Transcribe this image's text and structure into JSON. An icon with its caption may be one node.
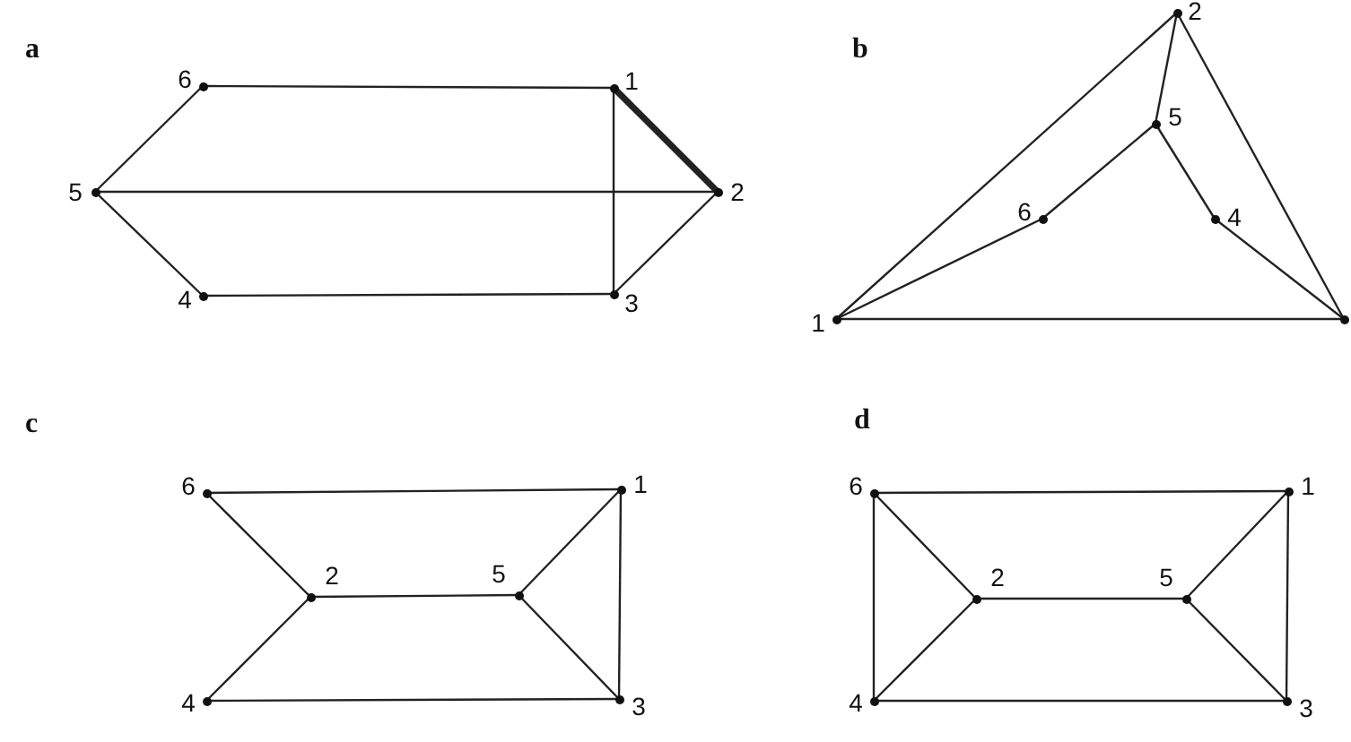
{
  "diagram": {
    "nodes": [
      {
        "text": [
          "1"
        ]
      },
      {
        "text": [
          "2"
        ]
      },
      {
        "text": [
          "3"
        ]
      },
      {
        "text": [
          "4"
        ]
      },
      {
        "text": [
          "5"
        ]
      },
      {
        "text": [
          "6"
        ]
      },
      {
        "text": [
          "1"
        ]
      },
      {
        "text": [
          "2"
        ]
      },
      {
        "text": [],
        "shape": "circle"
      },
      {
        "text": [
          "4"
        ]
      },
      {
        "text": [
          "5"
        ]
      },
      {
        "text": [
          "6"
        ]
      },
      {
        "text": [
          "1"
        ]
      },
      {
        "text": [
          "2"
        ]
      },
      {
        "text": [
          "3"
        ]
      },
      {
        "text": [
          "4"
        ]
      },
      {
        "text": [
          "5"
        ]
      },
      {
        "text": [
          "6"
        ]
      },
      {
        "text": [
          "1"
        ]
      },
      {
        "text": [
          "2"
        ]
      },
      {
        "text": [
          "3"
        ]
      },
      {
        "text": [
          "4"
        ]
      },
      {
        "text": [
          "5"
        ]
      },
      {
        "text": [
          "6"
        ]
      }
    ],
    "edges": [
      {
        "from": 5,
        "to": 0,
        "arrow": "none"
      },
      {
        "from": 0,
        "to": 1,
        "arrow": "none",
        "style": "thick"
      },
      {
        "from": 0,
        "to": 2,
        "arrow": "none"
      },
      {
        "from": 4,
        "to": 1,
        "arrow": "none"
      },
      {
        "from": 4,
        "to": 5,
        "arrow": "none"
      },
      {
        "from": 4,
        "to": 3,
        "arrow": "none"
      },
      {
        "from": 3,
        "to": 2,
        "arrow": "none"
      },
      {
        "from": 2,
        "to": 1,
        "arrow": "none"
      },
      {
        "from": 6,
        "to": 7,
        "arrow": "none"
      },
      {
        "from": 6,
        "to": 11,
        "arrow": "none"
      },
      {
        "from": 6,
        "to": 8,
        "arrow": "none"
      },
      {
        "from": 7,
        "to": 10,
        "arrow": "none"
      },
      {
        "from": 7,
        "to": 8,
        "arrow": "none"
      },
      {
        "from": 10,
        "to": 11,
        "arrow": "none"
      },
      {
        "from": 10,
        "to": 9,
        "arrow": "none"
      },
      {
        "from": 9,
        "to": 8,
        "arrow": "none"
      },
      {
        "from": 17,
        "to": 12,
        "arrow": "none"
      },
      {
        "from": 17,
        "to": 13,
        "arrow": "none"
      },
      {
        "from": 13,
        "to": 16,
        "arrow": "none"
      },
      {
        "from": 13,
        "to": 15,
        "arrow": "none"
      },
      {
        "from": 16,
        "to": 12,
        "arrow": "none"
      },
      {
        "from": 16,
        "to": 14,
        "arrow": "none"
      },
      {
        "from": 12,
        "to": 14,
        "arrow": "none"
      },
      {
        "from": 15,
        "to": 14,
        "arrow": "none"
      },
      {
        "from": 23,
        "to": 18,
        "arrow": "none"
      },
      {
        "from": 23,
        "to": 19,
        "arrow": "none"
      },
      {
        "from": 23,
        "to": 21,
        "arrow": "none"
      },
      {
        "from": 19,
        "to": 22,
        "arrow": "none"
      },
      {
        "from": 19,
        "to": 21,
        "arrow": "none"
      },
      {
        "from": 22,
        "to": 18,
        "arrow": "none"
      },
      {
        "from": 22,
        "to": 20,
        "arrow": "none"
      },
      {
        "from": 18,
        "to": 20,
        "arrow": "none"
      },
      {
        "from": 21,
        "to": 20,
        "arrow": "none"
      }
    ],
    "labels": [
      "a",
      "b",
      "c",
      "d"
    ]
  }
}
